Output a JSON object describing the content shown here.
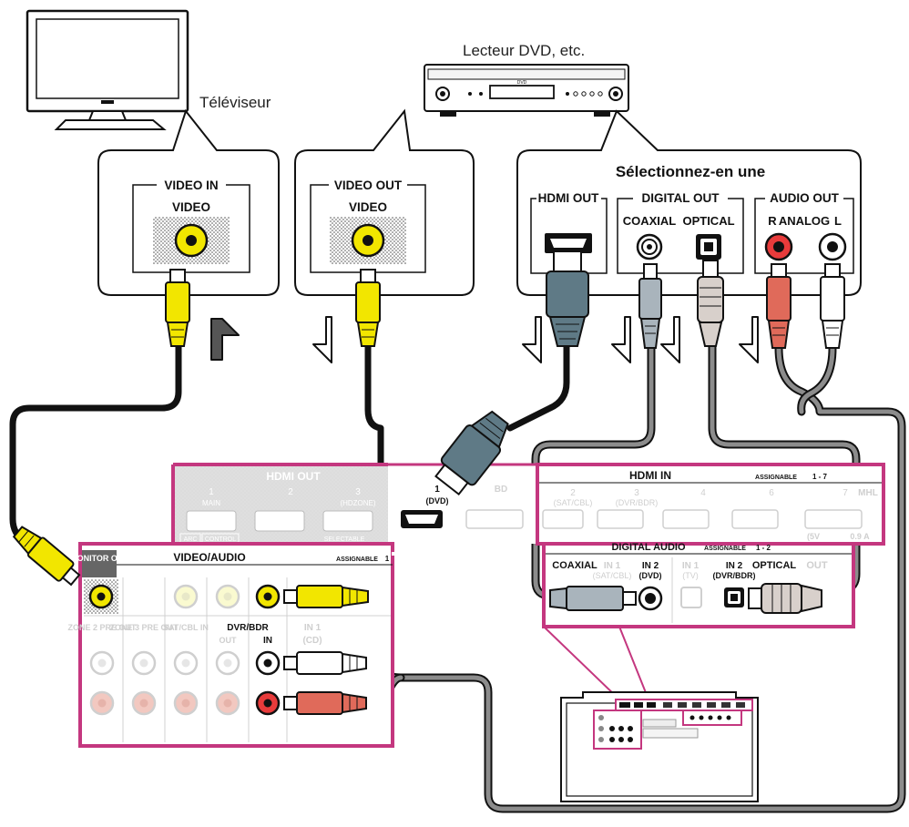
{
  "devices": {
    "tv_label": "Téléviseur",
    "dvd_label": "Lecteur DVD, etc.",
    "dvd_logo": "DVD"
  },
  "callouts": {
    "tv": {
      "group": "VIDEO IN",
      "jack": "VIDEO"
    },
    "video_out": {
      "group": "VIDEO OUT",
      "jack": "VIDEO"
    },
    "source": {
      "title": "Sélectionnez-en une",
      "hdmi_out": "HDMI OUT",
      "digital_out": "DIGITAL OUT",
      "coaxial": "COAXIAL",
      "optical": "OPTICAL",
      "audio_out": "AUDIO OUT",
      "r": "R",
      "analog": "ANALOG",
      "l": "L"
    }
  },
  "receiver": {
    "hdmi_out": {
      "title": "HDMI OUT",
      "port1": "1",
      "port1_sub": "MAIN",
      "port2": "2",
      "port3": "3",
      "port3_sub": "(HDZONE)",
      "arc": "ARC",
      "control": "CONTROL",
      "selectable": "SELECTABLE"
    },
    "hdmi_in": {
      "title": "HDMI IN",
      "assignable": "ASSIGNABLE",
      "assignable_range": "1 - 7",
      "in1": "1",
      "in1_label": "(DVD)",
      "bd": "BD",
      "in2": "2",
      "in2_label": "(SAT/CBL)",
      "in3": "3",
      "in3_label": "(DVR/BDR)",
      "in4": "4",
      "in6": "6",
      "in7": "7",
      "mhl": "MHL",
      "power": "(5V",
      "power_rest": "0.9 A"
    },
    "digital_audio": {
      "title": "DIGITAL AUDIO",
      "assignable": "ASSIGNABLE",
      "assignable_range": "1 - 2",
      "coaxial": "COAXIAL",
      "coax_in1": "IN 1",
      "coax_in1_label": "(SAT/CBL)",
      "coax_in2": "IN 2",
      "coax_in2_label": "(DVD)",
      "opt_in1": "IN 1",
      "opt_in1_label": "(TV)",
      "opt_in2": "IN 2",
      "opt_in2_label": "(DVR/BDR)",
      "optical": "OPTICAL",
      "out": "OUT"
    },
    "video_audio": {
      "title": "VIDEO/AUDIO",
      "assignable": "ASSIGNABLE",
      "assignable_num": "1",
      "monitor_out": "MONITOR OUT",
      "zone2": "ZONE 2 PRE OUT",
      "zone3": "ZONE 3 PRE OUT",
      "satcbl": "SAT/CBL IN",
      "dvrbdr": "DVR/BDR",
      "out": "OUT",
      "in": "IN",
      "in1": "IN 1",
      "cd": "(CD)"
    }
  },
  "colors": {
    "accent": "#c4377f",
    "panel_gray": "#d9d9d9",
    "text_light": "#ffffff",
    "cable_dark": "#1a1a1a",
    "cable_gray": "#8c8c8c",
    "rca_yellow": "#f2e600",
    "rca_red": "#e06a5a",
    "rca_white": "#ffffff",
    "coax_plug": "#a9b4bc",
    "hdmi_plug": "#5f7a86",
    "optical_plug": "#d8d0cb"
  },
  "icons": [
    "television-icon",
    "dvd-player-icon",
    "hdmi-plug-icon",
    "rca-plug-icon",
    "optical-plug-icon",
    "coaxial-plug-icon",
    "flow-arrow-icon",
    "receiver-rear-panel-icon"
  ]
}
